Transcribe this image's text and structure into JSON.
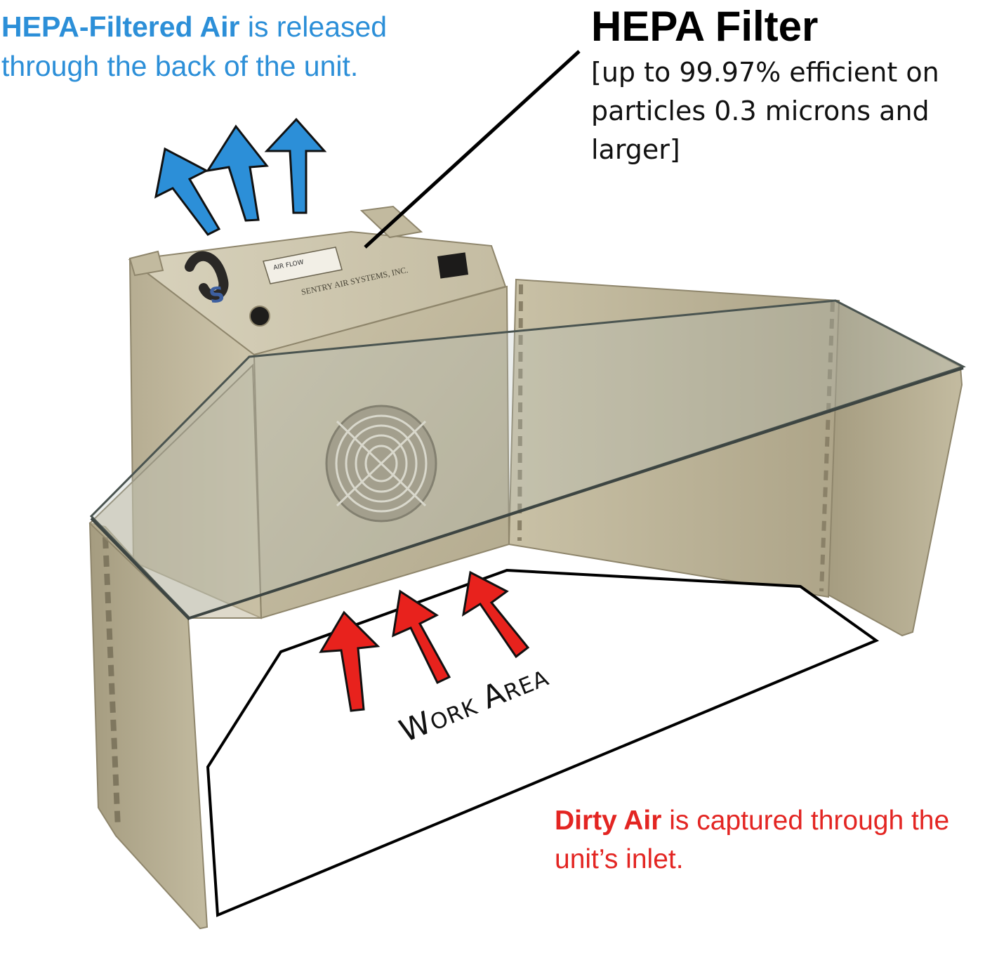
{
  "filtered_air": {
    "bold": "HEPA-Filtered Air",
    "rest": " is released through the back of the unit.",
    "color": "#2c8fd8"
  },
  "hepa_filter": {
    "title": "HEPA Filter",
    "description": "[up to 99.97% efficient on particles 0.3 microns and larger]"
  },
  "work_area": {
    "first_cap": "W",
    "first_rest": "ORK",
    "second_cap": "A",
    "second_rest": "REA"
  },
  "dirty_air": {
    "bold": "Dirty Air",
    "rest": " is captured through the unit’s inlet.",
    "color": "#e32522"
  },
  "unit_label": {
    "brand": "SENTRY AIR SYSTEMS, INC.",
    "model": "AIR FLOW"
  }
}
